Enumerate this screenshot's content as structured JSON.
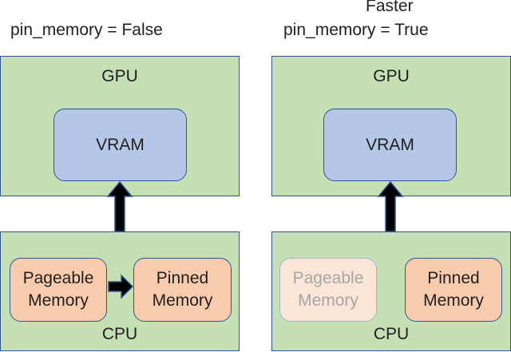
{
  "left": {
    "title": "pin_memory = False",
    "gpu_label": "GPU",
    "vram_label": "VRAM",
    "cpu_label": "CPU",
    "pageable_label": "Pageable\nMemory",
    "pinned_label": "Pinned\nMemory"
  },
  "right": {
    "caption": "Faster",
    "title": "pin_memory = True",
    "gpu_label": "GPU",
    "vram_label": "VRAM",
    "cpu_label": "CPU",
    "pageable_label": "Pageable\nMemory",
    "pinned_label": "Pinned\nMemory"
  },
  "colors": {
    "gpu_fill": "#c5e0b4",
    "vram_fill": "#b4c7e7",
    "memory_fill": "#f8cbad",
    "memory_faded_fill": "#fbe5d6",
    "border": "#2f5597",
    "arrow": "#000000"
  }
}
